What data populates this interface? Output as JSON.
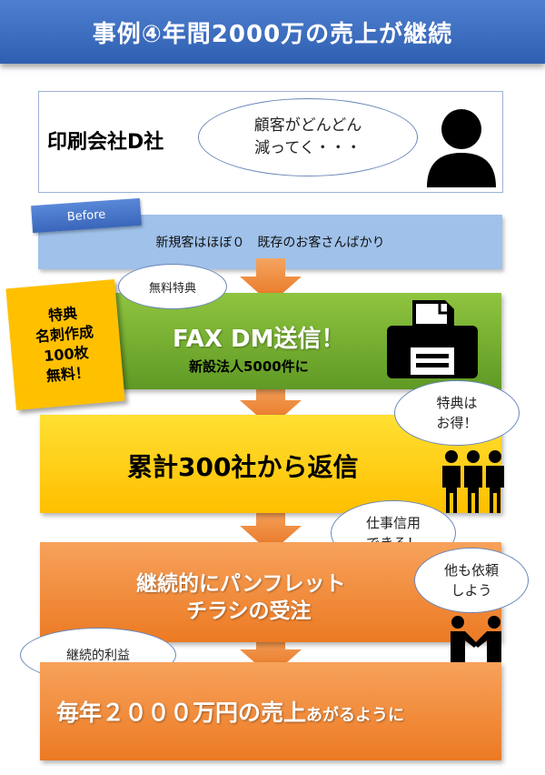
{
  "header": {
    "title": "事例④年間2000万の売上が継続"
  },
  "company": {
    "name": "印刷会社D社",
    "bubble_line1": "顧客がどんどん",
    "bubble_line2": "減ってく・・・"
  },
  "before": {
    "tag": "Before",
    "text": "新規客はほぼ０　既存のお客さんばかり"
  },
  "note": {
    "line1": "特典",
    "line2": "名刺作成",
    "line3": "100枚",
    "line4": "無料！"
  },
  "bubbles": {
    "free_bonus": "無料特典",
    "bonus_deal_line1": "特典は",
    "bonus_deal_line2": "お得！",
    "trust_line1": "仕事信用",
    "trust_line2": "できる！",
    "request_line1": "他も依頼",
    "request_line2": "しよう",
    "profit": "継続的利益"
  },
  "steps": {
    "fax_title": "FAX DM送信！",
    "fax_sub": "新設法人5000件に",
    "reply": "累計300社から返信",
    "order_line1": "継続的にパンフレット",
    "order_line2": "チラシの受注",
    "result_main": "毎年２０００万円の売上",
    "result_small": "あがるように"
  },
  "colors": {
    "header": "#3a6cc0",
    "before_bar": "#9fc1ea",
    "green": "#70ad32",
    "yellow": "#ffcc00",
    "orange": "#ed7d31",
    "note": "#ffc000"
  }
}
